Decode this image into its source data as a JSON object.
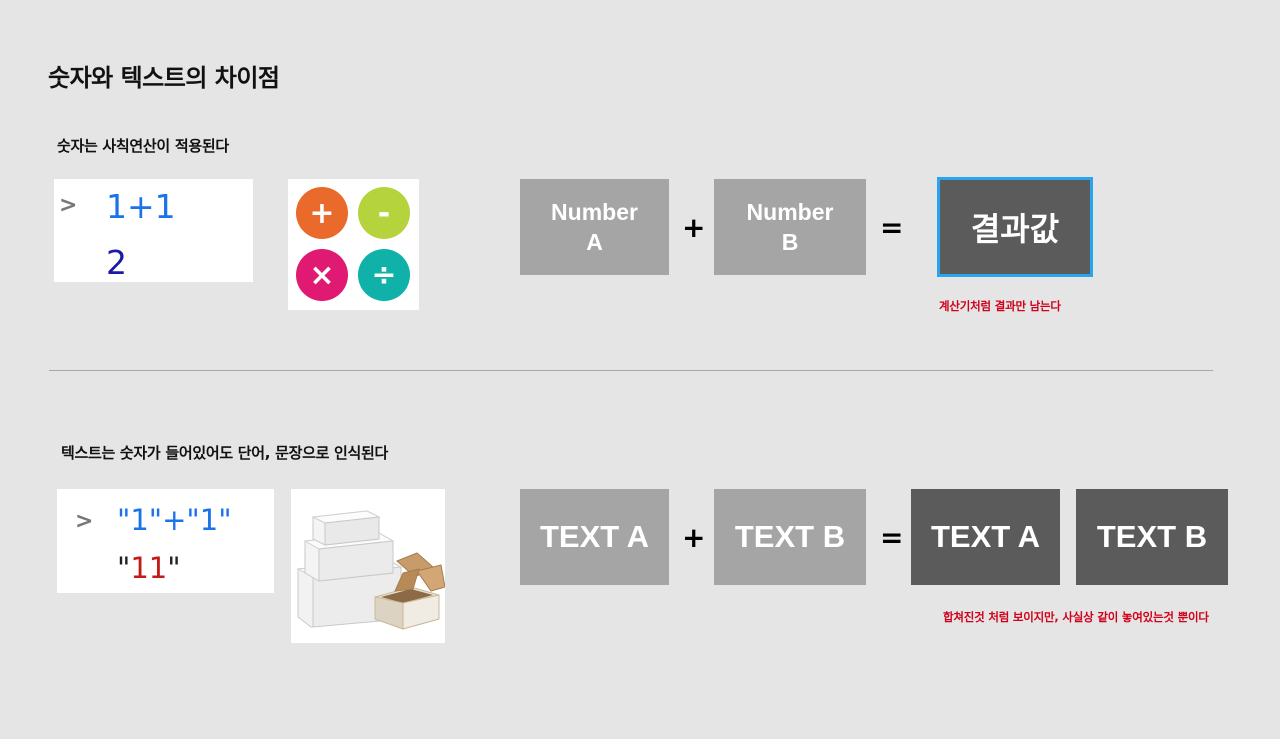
{
  "title": "숫자와 텍스트의 차이점",
  "number_section": {
    "subtitle": "숫자는 사칙연산이 적용된다",
    "console": {
      "prompt": ">",
      "input": "1+1",
      "output": "2"
    },
    "ops_icons": [
      {
        "symbol": "+",
        "name": "plus-icon",
        "color": "#ea6a2b"
      },
      {
        "symbol": "-",
        "name": "minus-icon",
        "color": "#b5d33d"
      },
      {
        "symbol": "×",
        "name": "times-icon",
        "color": "#e01a73"
      },
      {
        "symbol": "÷",
        "name": "divide-icon",
        "color": "#0fb1a8"
      }
    ],
    "operand_a": "Number\nA",
    "plus": "+",
    "operand_b": "Number\nB",
    "equals": "=",
    "result": "결과값",
    "result_border_color": "#2aa3f0",
    "note": "계산기처럼 결과만 남는다"
  },
  "text_section": {
    "subtitle": "텍스트는 숫자가 들어있어도 단어, 문장으로 인식된다",
    "console": {
      "prompt": ">",
      "input": "\"1\"+\"1\"",
      "output_quote": "\"",
      "output_value": "11"
    },
    "image": "cardboard-boxes",
    "operand_a": "TEXT A",
    "plus": "+",
    "operand_b": "TEXT B",
    "equals": "=",
    "result_a": "TEXT A",
    "result_b": "TEXT B",
    "note": "합쳐진것 처럼 보이지만, 사실상 같이 놓여있는것 뿐이다"
  },
  "colors": {
    "background": "#e5e5e5",
    "gray_box": "#a5a5a5",
    "dark_box": "#5b5b5b",
    "note_red": "#d0021b",
    "console_blue": "#1a73e8",
    "console_navy": "#1a1aa6",
    "console_red": "#c41a16"
  }
}
